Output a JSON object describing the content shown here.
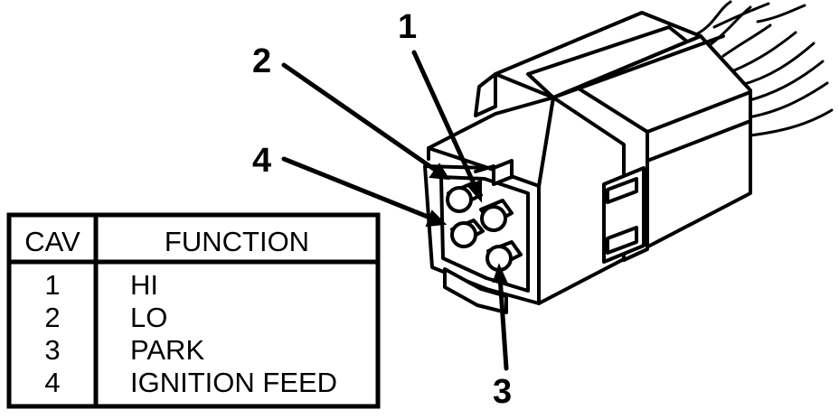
{
  "callouts": [
    {
      "id": "1",
      "label": "1"
    },
    {
      "id": "2",
      "label": "2"
    },
    {
      "id": "3",
      "label": "3"
    },
    {
      "id": "4",
      "label": "4"
    }
  ],
  "table": {
    "headers": {
      "cav": "CAV",
      "function": "FUNCTION"
    },
    "rows": [
      {
        "cav": "1",
        "function": "HI"
      },
      {
        "cav": "2",
        "function": "LO"
      },
      {
        "cav": "3",
        "function": "PARK"
      },
      {
        "cav": "4",
        "function": "IGNITION FEED"
      }
    ]
  },
  "colors": {
    "ink": "#000000",
    "paper": "#ffffff"
  }
}
